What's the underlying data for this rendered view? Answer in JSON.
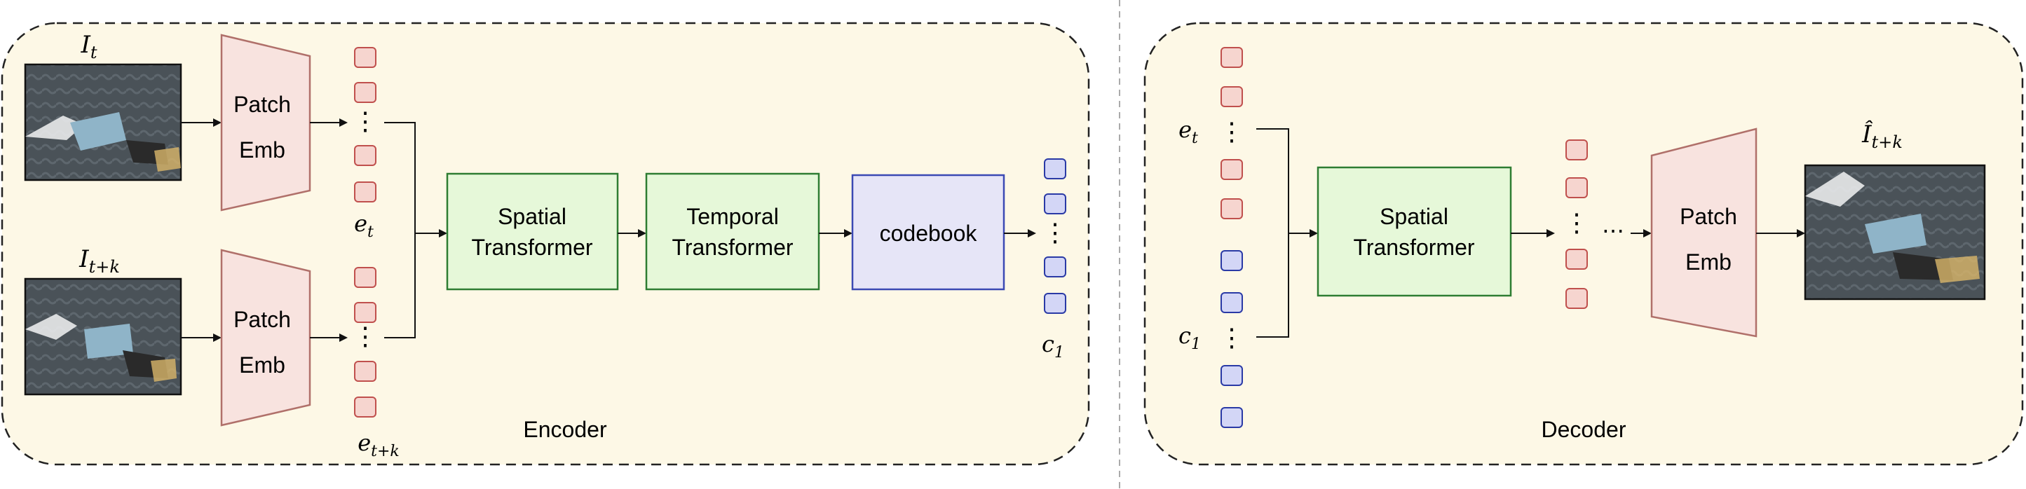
{
  "encoder": {
    "section_label": "Encoder",
    "input_top_label": "I",
    "input_top_sub": "t",
    "input_bottom_label": "I",
    "input_bottom_sub": "t+k",
    "patch_emb_label_line1": "Patch",
    "patch_emb_label_line2": "Emb",
    "token_top_label": "e",
    "token_top_sub": "t",
    "token_bottom_label": "e",
    "token_bottom_sub": "t+k",
    "spatial_line1": "Spatial",
    "spatial_line2": "Transformer",
    "temporal_line1": "Temporal",
    "temporal_line2": "Transformer",
    "codebook_label": "codebook",
    "code_label": "c",
    "code_sub": "1"
  },
  "decoder": {
    "section_label": "Decoder",
    "token_e_label": "e",
    "token_e_sub": "t",
    "token_c_label": "c",
    "token_c_sub": "1",
    "spatial_line1": "Spatial",
    "spatial_line2": "Transformer",
    "patch_emb_line1": "Patch",
    "patch_emb_line2": "Emb",
    "output_label": "Î",
    "output_sub": "t+k"
  },
  "ellipsis": "⋮",
  "ellipsis_h": "⋯",
  "colors": {
    "panel_fill": "#fdf8e6",
    "token_red_fill": "#f6d5cf",
    "token_red_stroke": "#c0504d",
    "token_blue_fill": "#d3d6f6",
    "token_blue_stroke": "#2a3aa6",
    "green_fill": "#e6f8d9",
    "green_stroke": "#2e7d32",
    "codebook_fill": "#e6e5f7",
    "codebook_stroke": "#3b49b3",
    "patch_fill": "#f8e3df",
    "patch_stroke": "#b0706a"
  }
}
